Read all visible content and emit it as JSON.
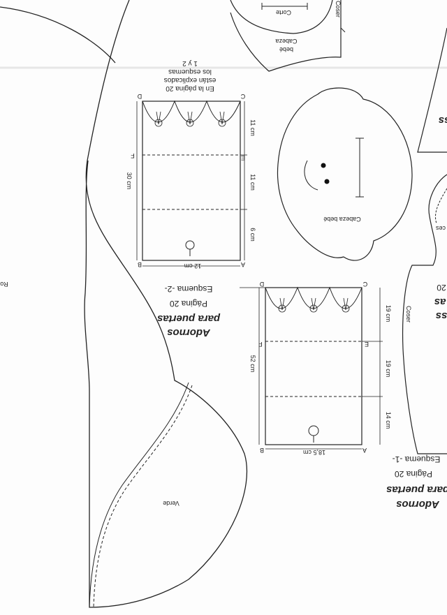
{
  "page": {
    "lang": "es",
    "orientation": "rotated-180"
  },
  "note_top": {
    "line1": "En la página 20",
    "line2": "están explicados",
    "line3": "los esquemas",
    "line4": "1 y 2"
  },
  "head_piece_top": {
    "corte_label": "Corte",
    "cabeza_line1": "Cabeza",
    "cabeza_line2": "bebé",
    "coser_label": "Coser"
  },
  "baby_head": {
    "label": "Cabeza bebé"
  },
  "scheme2": {
    "title_line1": "Adornos",
    "title_line2": "para puertas",
    "page_ref": "Página 20",
    "scheme_label": "Esquema -2-",
    "corners": [
      "A",
      "B",
      "C",
      "D",
      "E",
      "F"
    ],
    "width": "12 cm",
    "height": "30 cm",
    "segments": [
      "11 cm",
      "11 cm",
      "6 cm"
    ]
  },
  "scheme1": {
    "title_line1": "Adornos",
    "title_line2": "para puertas",
    "page_ref": "Página 20",
    "scheme_label": "Esquema -1-",
    "corners": [
      "A",
      "B",
      "C",
      "D",
      "E",
      "F"
    ],
    "width": "18,5 cm",
    "height": "52 cm",
    "segments": [
      "19 cm",
      "19 cm",
      "14 cm"
    ]
  },
  "big_piece": {
    "label": "Verde"
  },
  "right_fragments": {
    "coser_label": "Coser",
    "frag_title_line1": "Adornos",
    "frag_title_line2": "para puertas",
    "frag_page": "Página 20",
    "frag_scheme": "Esquema -1-",
    "frag_s1": "ss",
    "frag_s2": "20",
    "frag_s3": "as",
    "frag_s4": "ces",
    "left_edge": "Ro"
  }
}
